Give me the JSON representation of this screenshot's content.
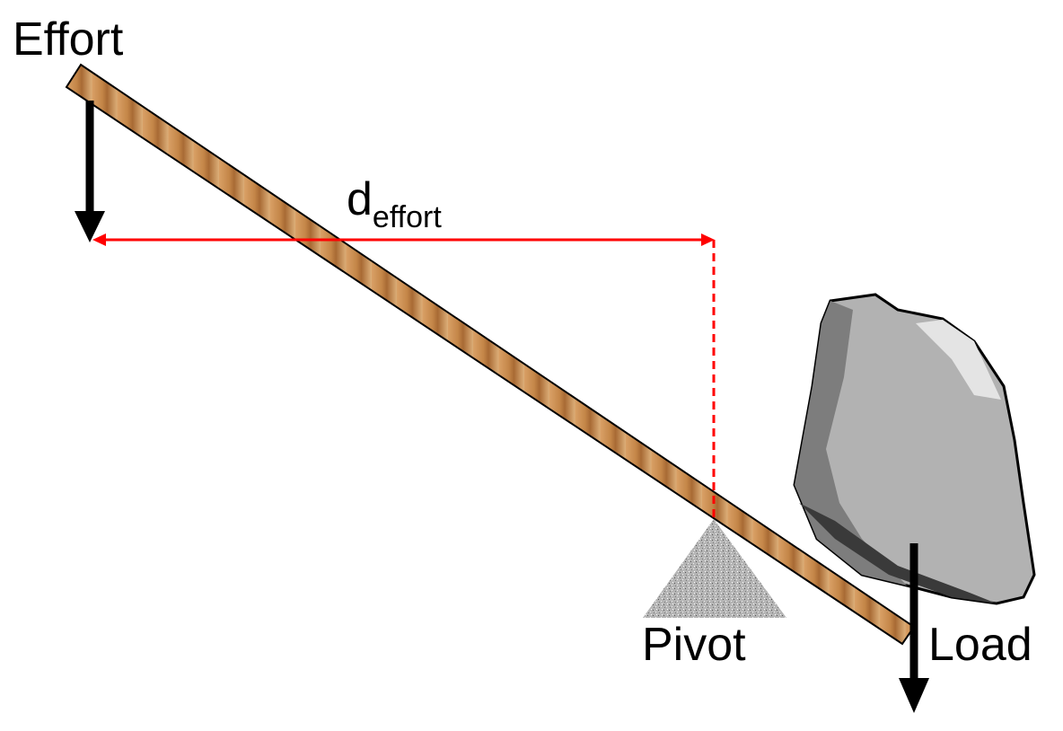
{
  "labels": {
    "effort": "Effort",
    "distance_main": "d",
    "distance_sub": "effort",
    "pivot": "Pivot",
    "load": "Load"
  },
  "colors": {
    "wood": "#c98e55",
    "distance_line": "#ff0000",
    "rock": "#b0b0b0",
    "pivot": "#a8a8a8",
    "arrow": "#000000"
  }
}
